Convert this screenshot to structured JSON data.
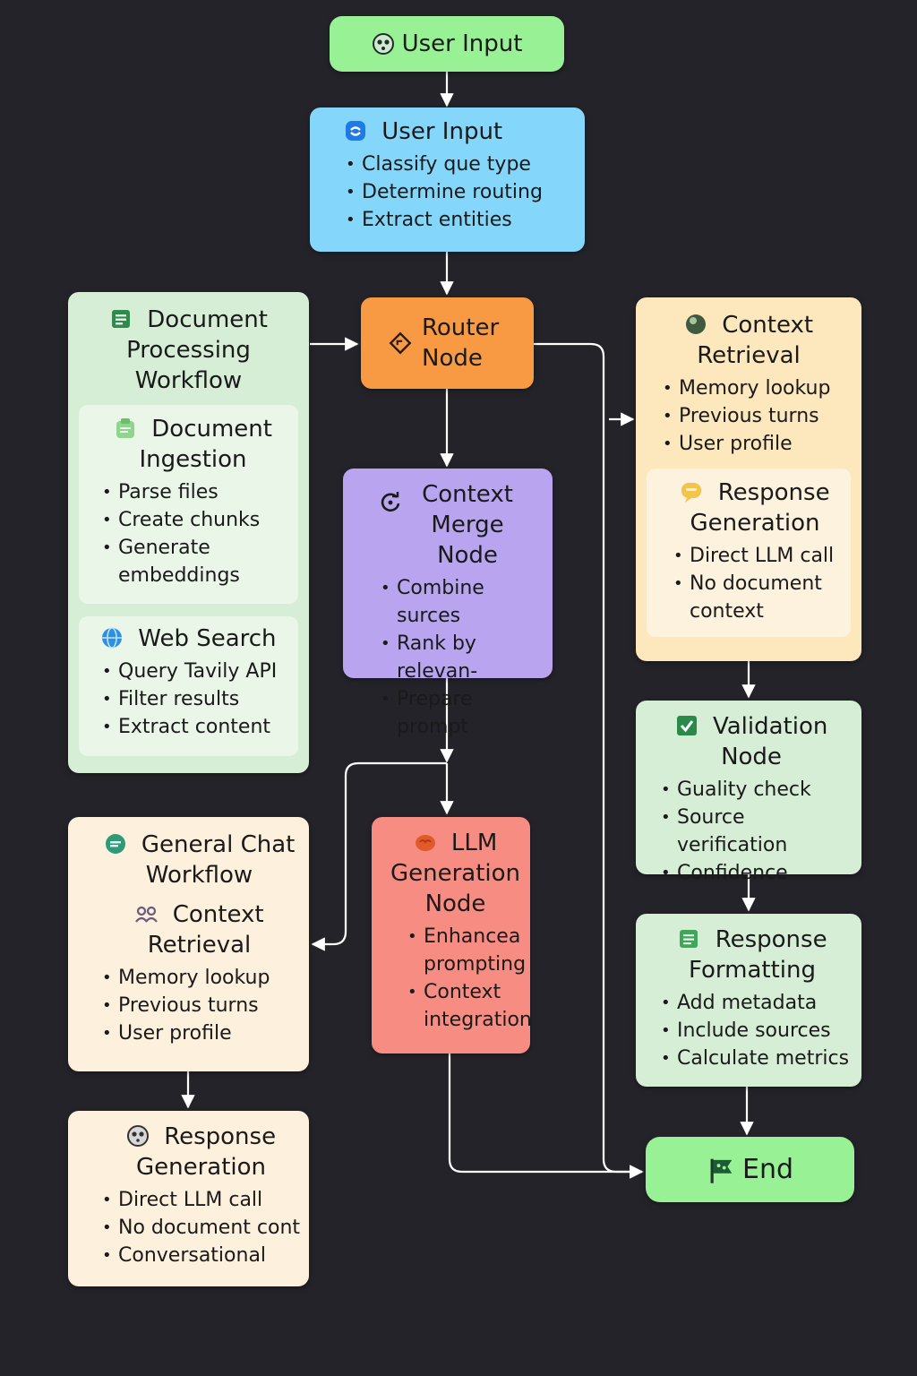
{
  "nodes": {
    "start": {
      "label": "User Input"
    },
    "classifier": {
      "title": "User Input",
      "items": [
        "Classify que type",
        "Determine routing",
        "Extract entities"
      ]
    },
    "router": {
      "title": "Router Node"
    },
    "doc_workflow": {
      "title": "Document Processing Workflow",
      "ingestion": {
        "title": "Document Ingestion",
        "items": [
          "Parse files",
          "Create chunks",
          "Generate embeddings"
        ]
      },
      "web_search": {
        "title": "Web Search",
        "items": [
          "Query Tavily API",
          "Filter results",
          "Extract content"
        ]
      }
    },
    "context_merge": {
      "title": "Context Merge Node",
      "items": [
        "Combine surces",
        "Rank by relevan-",
        "Prepare prompt"
      ]
    },
    "context_retrieval_right": {
      "title": "Context Retrieval",
      "items": [
        "Memory lookup",
        "Previous turns",
        "User profile"
      ],
      "response_generation": {
        "title": "Response Generation",
        "items": [
          "Direct LLM call",
          "No document context"
        ]
      }
    },
    "validation": {
      "title": "Validation Node",
      "items": [
        "Guality check",
        "Source verification",
        "Confidence"
      ]
    },
    "general_chat": {
      "title": "General Chat Workflow",
      "sub_title": "Context Retrieval",
      "items": [
        "Memory lookup",
        "Previous turns",
        "User profile"
      ]
    },
    "llm_generation": {
      "title": "LLM Generation Node",
      "items": [
        "Enhancea prompting",
        "Context integration"
      ]
    },
    "response_formatting": {
      "title": "Response Formatting",
      "items": [
        "Add metadata",
        "Include sources",
        "Calculate metrics"
      ]
    },
    "response_generation_left": {
      "title": "Response Generation",
      "items": [
        "Direct LLM call",
        "No document cont",
        "Conversational"
      ]
    },
    "end": {
      "label": "End"
    }
  }
}
